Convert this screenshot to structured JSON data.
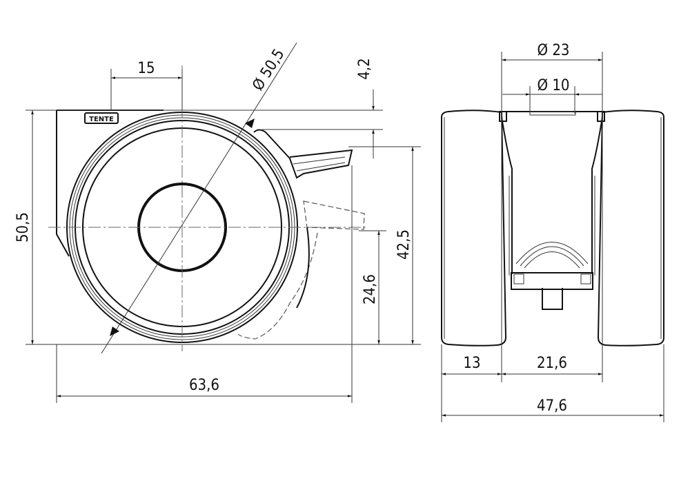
{
  "drawing": {
    "logo_text": "TENTE",
    "front_view": {
      "dim_top_offset": "15",
      "dim_wheel_diameter": "Ø 50,5",
      "dim_top_gap": "4,2",
      "dim_total_height": "50,5",
      "dim_brake_height": "42,5",
      "dim_brake_lower": "24,6",
      "dim_total_length": "63,6"
    },
    "side_view": {
      "dim_outer_diameter": "Ø 23",
      "dim_inner_diameter": "Ø 10",
      "dim_wheel_width": "13",
      "dim_gap_width": "21,6",
      "dim_total_width": "47,6"
    }
  }
}
